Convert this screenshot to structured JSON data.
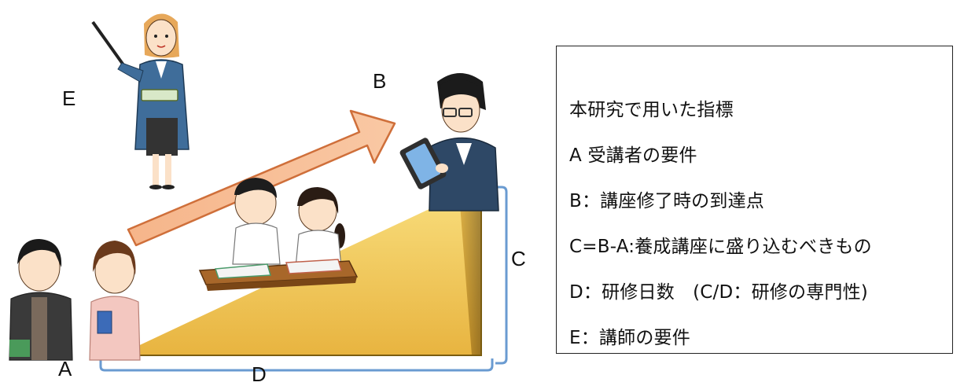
{
  "labels": {
    "A": "A",
    "B": "B",
    "C": "C",
    "D": "D",
    "E": "E"
  },
  "legend": {
    "lines": [
      "本研究で用いた指標",
      "A 受講者の要件",
      "B：講座修了時の到達点",
      "C=B-A:養成講座に盛り込むべきもの",
      "D：研修日数　(C/D：研修の専門性)",
      "E：講師の要件"
    ]
  },
  "colors": {
    "slope_top": "#f7d774",
    "slope_bottom": "#e6b640",
    "slope_edge": "#8a6a12",
    "arrow_fill": "#f4b086",
    "arrow_edge": "#d0703a",
    "bracket": "#6a9bd1"
  }
}
